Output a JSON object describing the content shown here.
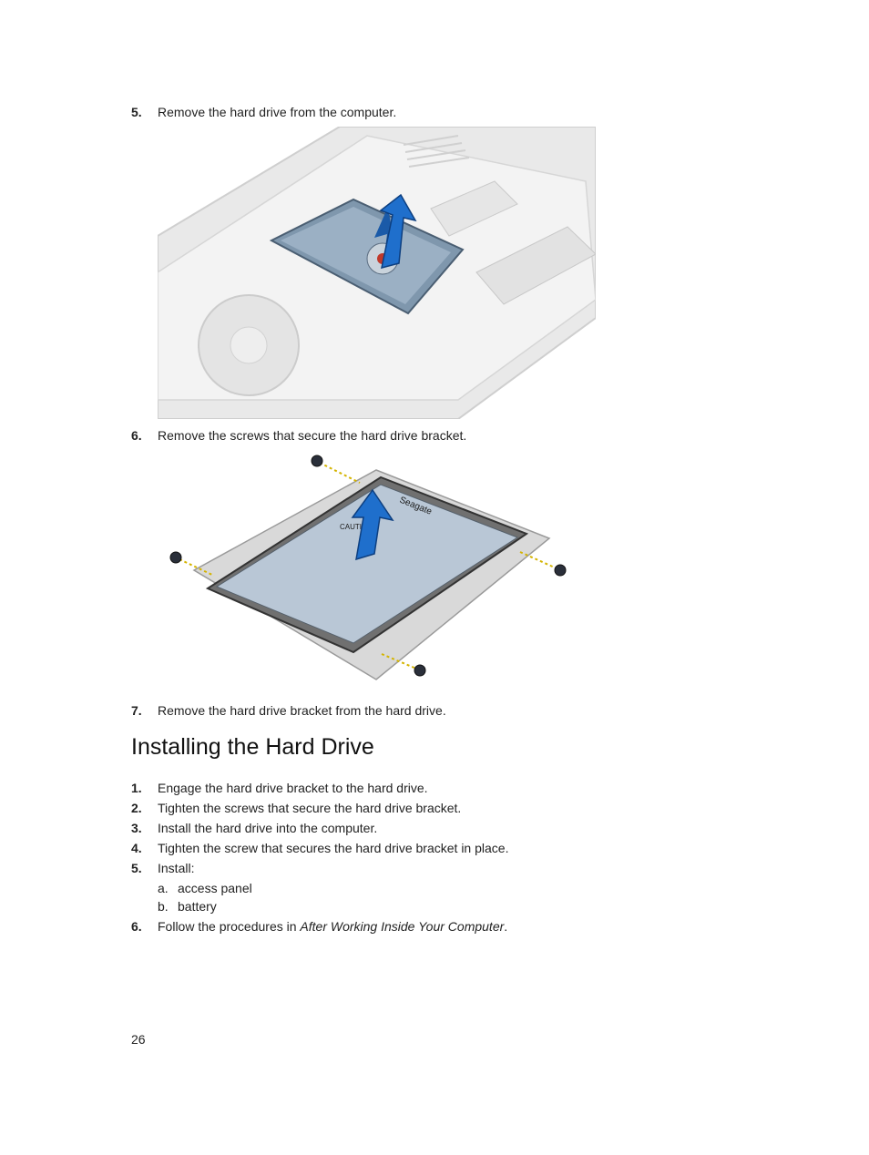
{
  "removal_steps": [
    {
      "num": "5.",
      "text": "Remove the hard drive from the computer."
    },
    {
      "num": "6.",
      "text": "Remove the screws that secure the hard drive bracket."
    },
    {
      "num": "7.",
      "text": "Remove the hard drive bracket from the hard drive."
    }
  ],
  "section": {
    "title": "Installing the Hard Drive"
  },
  "install_steps": [
    {
      "num": "1.",
      "text": "Engage the hard drive bracket to the hard drive."
    },
    {
      "num": "2.",
      "text": "Tighten the screws that secure the hard drive bracket."
    },
    {
      "num": "3.",
      "text": "Install the hard drive into the computer."
    },
    {
      "num": "4.",
      "text": "Tighten the screw that secures the hard drive bracket in place."
    },
    {
      "num": "5.",
      "text": "Install:"
    },
    {
      "num": "6.",
      "text_before": "Follow the procedures in ",
      "text_em": "After Working Inside Your Computer",
      "text_after": "."
    }
  ],
  "install_substeps": [
    {
      "letter": "a.",
      "text": "access panel"
    },
    {
      "letter": "b.",
      "text": "battery"
    }
  ],
  "page_number": "26",
  "drive_label": {
    "brand": "Seagate",
    "caution": "CAUTION"
  }
}
